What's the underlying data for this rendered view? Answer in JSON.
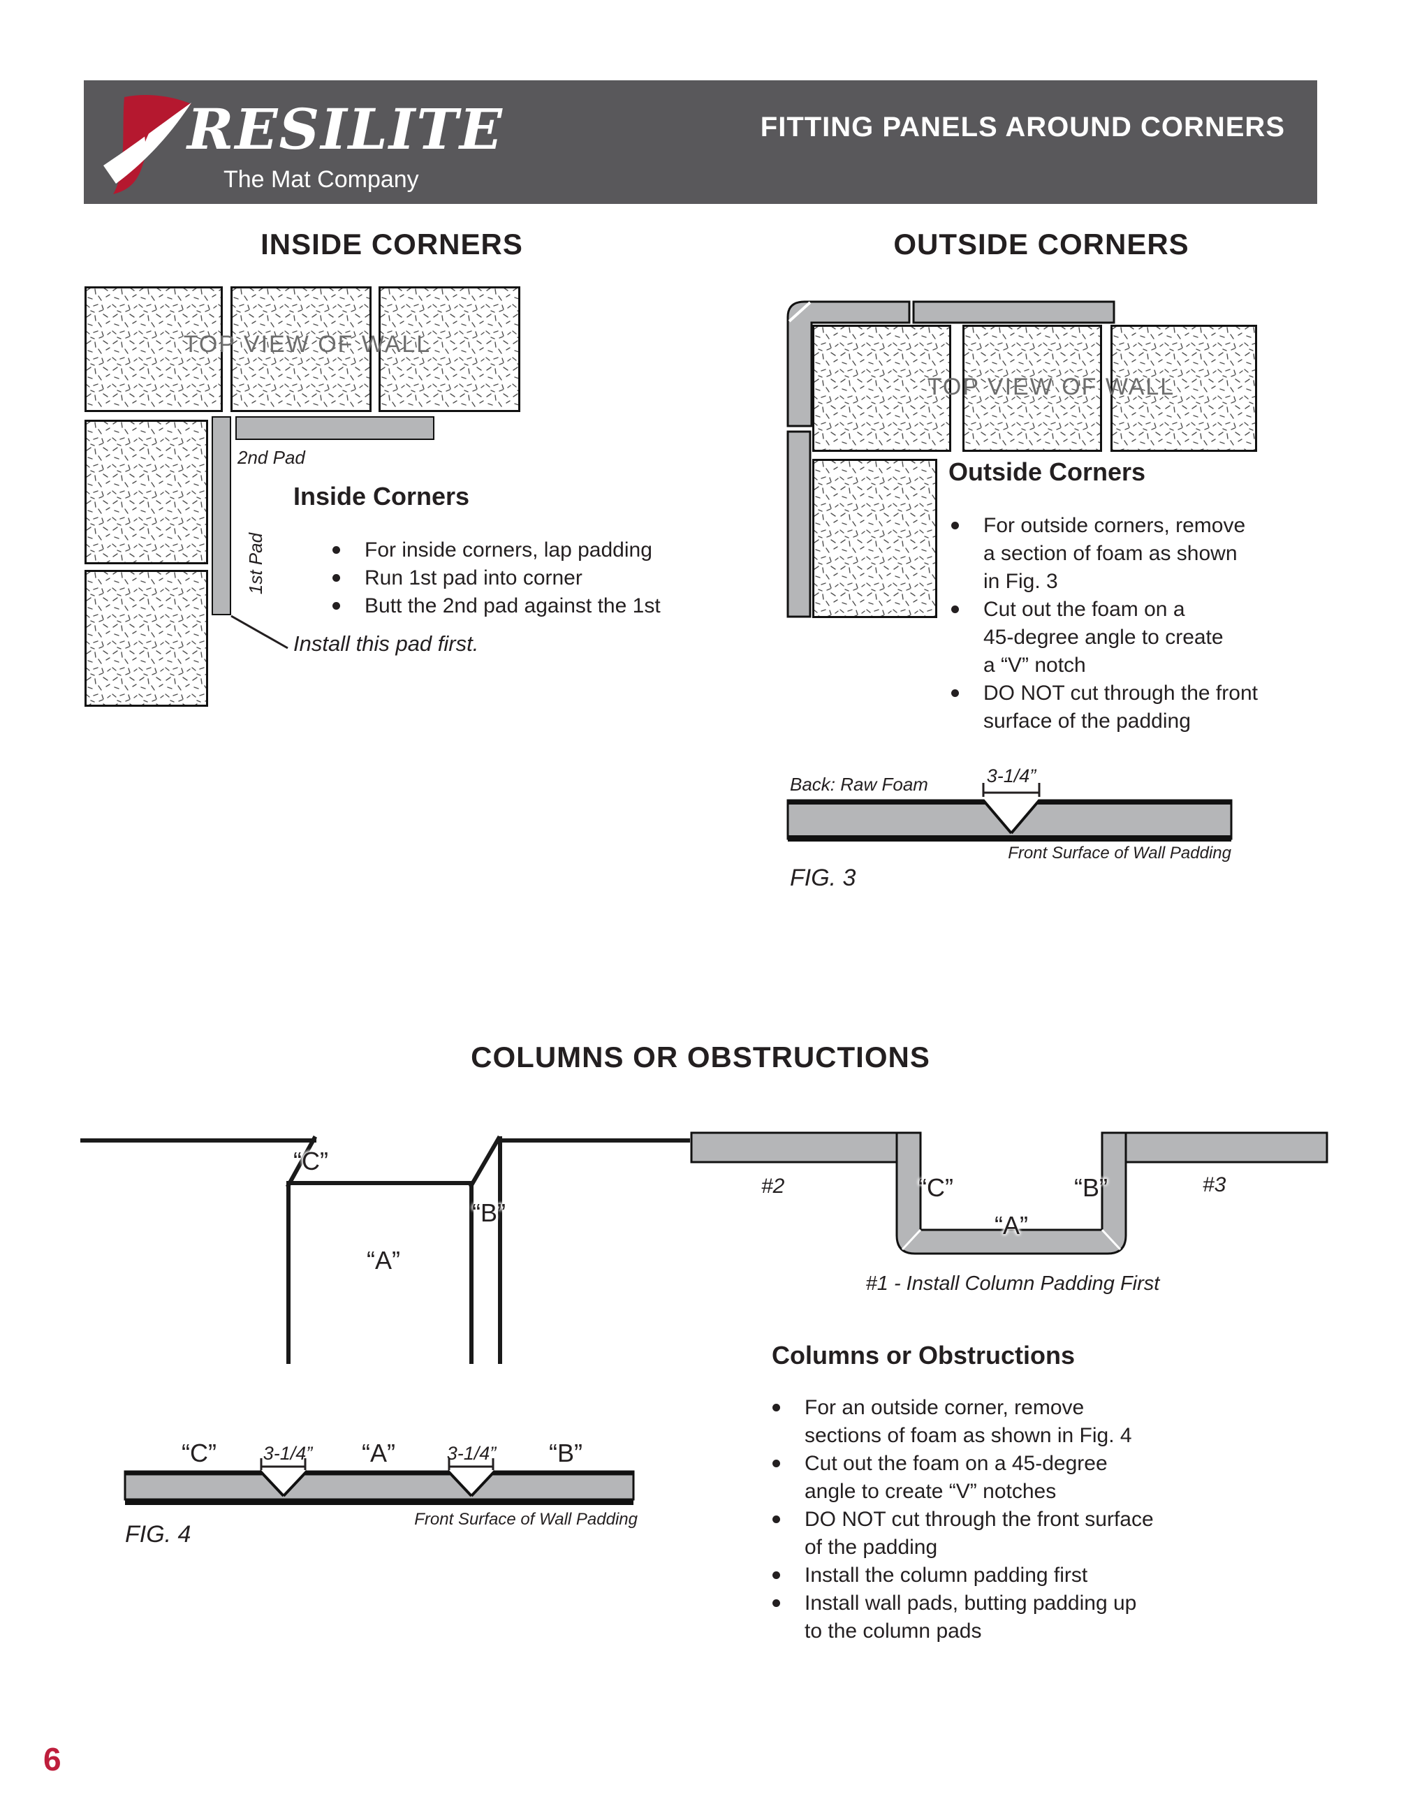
{
  "page": {
    "number": "6"
  },
  "colors": {
    "header_bg": "#59585b",
    "accent_red": "#be1e3c",
    "pad_gray": "#b5b6b8",
    "diagram_text_gray": "#6d6d6d",
    "ink": "#231f20"
  },
  "header": {
    "logo_text": "RESILITE",
    "logo_tagline": "The Mat Company",
    "title": "FITTING PANELS AROUND CORNERS"
  },
  "inside": {
    "section_title": "INSIDE CORNERS",
    "wall_label": "TOP VIEW OF WALL",
    "pad2_label": "2nd Pad",
    "pad1_label": "1st Pad",
    "heading": "Inside Corners",
    "bullets": [
      "For inside corners, lap padding",
      "Run 1st pad into corner",
      "Butt the 2nd pad against the 1st"
    ],
    "note": "Install this pad first."
  },
  "outside": {
    "section_title": "OUTSIDE CORNERS",
    "wall_label": "TOP VIEW OF WALL",
    "heading": "Outside Corners",
    "bullets": [
      {
        "lines": [
          "For outside corners, remove",
          "a section of foam as shown",
          "in Fig. 3"
        ]
      },
      {
        "lines": [
          "Cut out the foam on a",
          "45-degree angle to create",
          "a “V” notch"
        ]
      },
      {
        "lines": [
          "DO NOT cut through the front",
          "surface of the padding"
        ]
      }
    ]
  },
  "fig3": {
    "back_label": "Back: Raw Foam",
    "dim_label": "3-1/4”",
    "front_label": "Front Surface of Wall Padding",
    "caption": "FIG. 3"
  },
  "columns": {
    "section_title": "COLUMNS OR OBSTRUCTIONS",
    "left_diagram": {
      "label_c": "“C”",
      "label_b": "“B”",
      "label_a": "“A”"
    },
    "fig4": {
      "label_c": "“C”",
      "dim1": "3-1/4”",
      "label_a": "“A”",
      "dim2": "3-1/4”",
      "label_b": "“B”",
      "front_label": "Front Surface of Wall Padding",
      "caption": "FIG. 4"
    },
    "right_diagram": {
      "label_2": "#2",
      "label_3": "#3",
      "label_c": "“C”",
      "label_b": "“B”",
      "label_a": "“A”",
      "caption": "#1 - Install Column Padding First"
    },
    "heading": "Columns or Obstructions",
    "bullets": [
      {
        "lines": [
          "For an outside corner, remove",
          "sections of foam as shown in Fig. 4"
        ]
      },
      {
        "lines": [
          "Cut out the foam on a 45-degree",
          "angle to create “V” notches"
        ]
      },
      {
        "lines": [
          "DO NOT cut through the front surface",
          "of the padding"
        ]
      },
      {
        "lines": [
          "Install the column padding first"
        ]
      },
      {
        "lines": [
          "Install wall pads, butting padding up",
          "to the column pads"
        ]
      }
    ]
  }
}
